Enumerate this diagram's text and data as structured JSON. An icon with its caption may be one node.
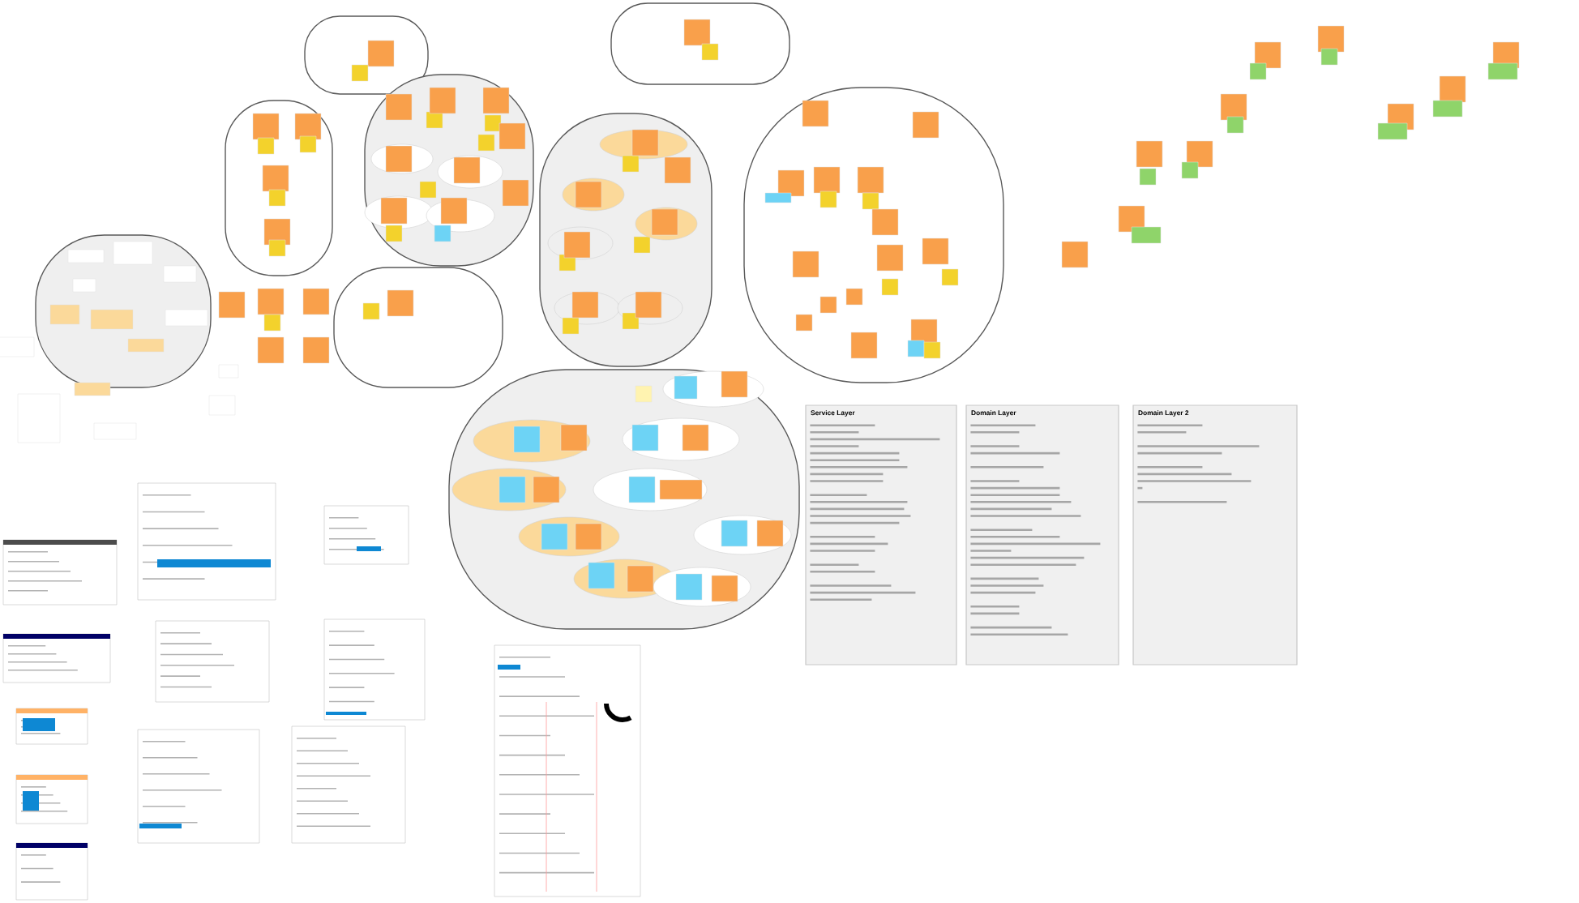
{
  "diagram": {
    "nodes": [
      {
        "text": [],
        "shape": "blob"
      },
      {
        "text": [],
        "shape": "box",
        "in": 0
      },
      {
        "text": [],
        "shape": "box",
        "in": 0
      },
      {
        "text": [],
        "shape": "blob"
      },
      {
        "text": [],
        "shape": "box",
        "in": 3
      },
      {
        "text": [],
        "shape": "box",
        "in": 3
      },
      {
        "text": [],
        "shape": "blob"
      },
      {
        "text": [],
        "shape": "box",
        "in": 6
      },
      {
        "text": [],
        "shape": "box",
        "in": 6
      },
      {
        "text": [],
        "shape": "box",
        "in": 6
      },
      {
        "text": [],
        "shape": "box",
        "in": 6
      },
      {
        "text": [],
        "shape": "box",
        "in": 6
      },
      {
        "text": [],
        "shape": "box",
        "in": 6
      },
      {
        "text": [],
        "shape": "box",
        "in": 6
      },
      {
        "text": [],
        "shape": "box",
        "in": 6
      },
      {
        "text": [],
        "shape": "blob"
      },
      {
        "text": [],
        "shape": "box",
        "in": 15
      },
      {
        "text": [],
        "shape": "box",
        "in": 15
      },
      {
        "text": [],
        "shape": "box",
        "in": 15
      },
      {
        "text": [],
        "shape": "box",
        "in": 15
      },
      {
        "text": [],
        "shape": "box",
        "in": 15
      },
      {
        "text": [],
        "shape": "box",
        "in": 15
      },
      {
        "text": [],
        "shape": "ellipse",
        "in": 15
      },
      {
        "text": [],
        "shape": "box",
        "in": 22
      },
      {
        "text": [],
        "shape": "ellipse",
        "in": 15
      },
      {
        "text": [],
        "shape": "box",
        "in": 24
      },
      {
        "text": [],
        "shape": "box",
        "in": 15
      },
      {
        "text": [],
        "shape": "box",
        "in": 15
      },
      {
        "text": [],
        "shape": "box",
        "in": 15
      },
      {
        "text": [],
        "shape": "ellipse",
        "in": 15
      },
      {
        "text": [],
        "shape": "box",
        "in": 29
      },
      {
        "text": [],
        "shape": "box",
        "in": 15
      },
      {
        "text": [],
        "shape": "ellipse",
        "in": 15
      },
      {
        "text": [],
        "shape": "box",
        "in": 32
      },
      {
        "text": [],
        "shape": "box",
        "in": 15
      },
      {
        "text": [],
        "shape": "blob"
      },
      {
        "text": [],
        "shape": "box",
        "in": 35
      },
      {
        "text": [],
        "shape": "box",
        "in": 35
      },
      {
        "text": [],
        "shape": "blob"
      },
      {
        "text": [],
        "shape": "ellipse",
        "in": 38
      },
      {
        "text": [],
        "shape": "box",
        "in": 39
      },
      {
        "text": [],
        "shape": "box",
        "in": 38
      },
      {
        "text": [],
        "shape": "box",
        "in": 38
      },
      {
        "text": [],
        "shape": "ellipse",
        "in": 38
      },
      {
        "text": [],
        "shape": "box",
        "in": 43
      },
      {
        "text": [],
        "shape": "box",
        "in": 38
      },
      {
        "text": [],
        "shape": "ellipse",
        "in": 38
      },
      {
        "text": [],
        "shape": "box",
        "in": 46
      },
      {
        "text": [],
        "shape": "ellipse",
        "in": 38
      },
      {
        "text": [],
        "shape": "box",
        "in": 48
      },
      {
        "text": [],
        "shape": "box",
        "in": 38
      },
      {
        "text": [],
        "shape": "ellipse",
        "in": 38
      },
      {
        "text": [],
        "shape": "box",
        "in": 51
      },
      {
        "text": [],
        "shape": "box",
        "in": 38
      },
      {
        "text": [],
        "shape": "ellipse",
        "in": 38
      },
      {
        "text": [],
        "shape": "box",
        "in": 54
      },
      {
        "text": [],
        "shape": "box",
        "in": 38
      },
      {
        "text": [],
        "shape": "blob"
      },
      {
        "text": [],
        "shape": "ellipse",
        "in": 57
      },
      {
        "text": [],
        "shape": "box",
        "in": 58
      },
      {
        "text": [],
        "shape": "box",
        "in": 58
      },
      {
        "text": [],
        "shape": "box",
        "in": 57
      },
      {
        "text": [],
        "shape": "ellipse",
        "in": 57
      },
      {
        "text": [],
        "shape": "box",
        "in": 62
      },
      {
        "text": [],
        "shape": "box",
        "in": 62
      },
      {
        "text": [],
        "shape": "ellipse",
        "in": 57
      },
      {
        "text": [],
        "shape": "box",
        "in": 65
      },
      {
        "text": [],
        "shape": "box",
        "in": 65
      },
      {
        "text": [],
        "shape": "ellipse",
        "in": 57
      },
      {
        "text": [],
        "shape": "box",
        "in": 68
      },
      {
        "text": [],
        "shape": "box",
        "in": 68
      },
      {
        "text": [],
        "shape": "ellipse",
        "in": 57
      },
      {
        "text": [],
        "shape": "box",
        "in": 71
      },
      {
        "text": [],
        "shape": "box",
        "in": 71
      },
      {
        "text": [],
        "shape": "ellipse",
        "in": 57
      },
      {
        "text": [],
        "shape": "box",
        "in": 74
      },
      {
        "text": [],
        "shape": "box",
        "in": 74
      },
      {
        "text": [],
        "shape": "ellipse",
        "in": 57
      },
      {
        "text": [],
        "shape": "box",
        "in": 77
      },
      {
        "text": [],
        "shape": "box",
        "in": 77
      },
      {
        "text": [],
        "shape": "ellipse",
        "in": 57
      },
      {
        "text": [],
        "shape": "box",
        "in": 80
      },
      {
        "text": [],
        "shape": "box",
        "in": 80
      },
      {
        "text": [],
        "shape": "ellipse",
        "in": 57
      },
      {
        "text": [],
        "shape": "box",
        "in": 83
      },
      {
        "text": [],
        "shape": "box",
        "in": 83
      },
      {
        "text": [],
        "shape": "blob"
      },
      {
        "text": [],
        "shape": "box",
        "in": 86
      },
      {
        "text": [],
        "shape": "box",
        "in": 86
      },
      {
        "text": [],
        "shape": "box",
        "in": 86
      },
      {
        "text": [],
        "shape": "box",
        "in": 86
      },
      {
        "text": [],
        "shape": "box",
        "in": 86
      },
      {
        "text": [],
        "shape": "box",
        "in": 86
      },
      {
        "text": [],
        "shape": "box",
        "in": 86
      },
      {
        "text": [],
        "shape": "box",
        "in": 86
      },
      {
        "text": [],
        "shape": "box",
        "in": 86
      },
      {
        "text": [],
        "shape": "box",
        "in": 86
      },
      {
        "text": [],
        "shape": "box",
        "in": 86
      },
      {
        "text": [],
        "shape": "box",
        "in": 86
      },
      {
        "text": [],
        "shape": "box",
        "in": 86
      },
      {
        "text": [],
        "shape": "box",
        "in": 86
      },
      {
        "text": [],
        "shape": "box",
        "in": 86
      },
      {
        "text": [],
        "shape": "box",
        "in": 86
      },
      {
        "text": [],
        "shape": "box",
        "in": 86
      },
      {
        "text": [],
        "shape": "box",
        "in": 86
      },
      {
        "text": [],
        "shape": "box",
        "in": 86
      },
      {
        "text": [],
        "shape": "box",
        "in": 86
      },
      {
        "text": [],
        "shape": "box",
        "in": 86
      },
      {
        "text": [],
        "shape": "blob"
      },
      {
        "text": [],
        "shape": "box",
        "in": 108
      },
      {
        "text": [],
        "shape": "box",
        "in": 108
      },
      {
        "text": [],
        "shape": "box",
        "in": 108
      },
      {
        "text": [],
        "shape": "box",
        "in": 108
      },
      {
        "text": [],
        "shape": "box",
        "in": 108
      },
      {
        "text": [],
        "shape": "box",
        "in": 108
      },
      {
        "text": [],
        "shape": "box",
        "in": 108
      },
      {
        "text": [],
        "shape": "box",
        "in": 108
      },
      {
        "text": [],
        "shape": "box"
      },
      {
        "text": [],
        "shape": "box"
      },
      {
        "text": [],
        "shape": "box"
      },
      {
        "text": [],
        "shape": "box"
      },
      {
        "text": [],
        "shape": "box"
      },
      {
        "text": [],
        "shape": "box"
      },
      {
        "text": [],
        "shape": "box"
      },
      {
        "text": [],
        "shape": "box"
      },
      {
        "text": [],
        "shape": "box"
      },
      {
        "text": [],
        "shape": "box"
      },
      {
        "text": [],
        "shape": "box"
      },
      {
        "text": [],
        "shape": "box"
      },
      {
        "text": [],
        "shape": "box"
      },
      {
        "text": [],
        "shape": "box"
      },
      {
        "text": [],
        "shape": "box"
      },
      {
        "text": [],
        "shape": "box"
      },
      {
        "text": [],
        "shape": "box"
      },
      {
        "text": [],
        "shape": "box"
      },
      {
        "text": [],
        "shape": "box"
      },
      {
        "text": [],
        "shape": "box"
      },
      {
        "text": [],
        "shape": "box"
      },
      {
        "text": [],
        "shape": "box"
      },
      {
        "text": [],
        "shape": "box"
      },
      {
        "text": [],
        "shape": "box"
      },
      {
        "text": [],
        "shape": "box"
      },
      {
        "text": [],
        "shape": "box"
      },
      {
        "text": [],
        "shape": "box"
      },
      {
        "text": [],
        "shape": "box"
      },
      {
        "text": [],
        "shape": "box"
      },
      {
        "text": [],
        "shape": "box"
      },
      {
        "text": [],
        "shape": "box"
      },
      {
        "text": [
          "Service Layer"
        ]
      },
      {
        "text": [
          "Domain Layer"
        ]
      },
      {
        "text": [
          "Domain Layer 2"
        ]
      }
    ]
  }
}
